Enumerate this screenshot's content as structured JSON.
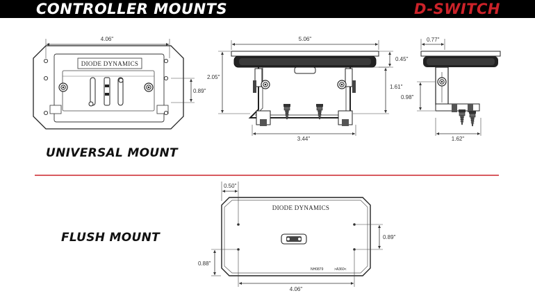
{
  "header": {
    "title": "CONTROLLER MOUNTS",
    "brand": "D-SWITCH"
  },
  "accent_color": "#cc2229",
  "sections": {
    "universal": "UNIVERSAL MOUNT",
    "flush": "FLUSH MOUNT"
  },
  "universal_front": {
    "logo": "DIODE DYNAMICS",
    "width_dim": "4.06\"",
    "height_dim": "0.89\""
  },
  "universal_side": {
    "width_dim": "5.06\"",
    "top_dim": "0.45\"",
    "height_dim": "2.05\"",
    "inner_dim": "1.61\"",
    "base_dim": "3.44\""
  },
  "universal_end": {
    "top_dim": "0.77\"",
    "side_dim": "0.98\"",
    "base_dim": "1.62\""
  },
  "flush_front": {
    "logo": "DIODE DYNAMICS",
    "inset_dim": "0.50\"",
    "right_dim": "0.89\"",
    "left_dim": "0.88\"",
    "width_dim": "4.06\"",
    "part_number": "NH0879",
    "material_mark": ">A360<"
  }
}
